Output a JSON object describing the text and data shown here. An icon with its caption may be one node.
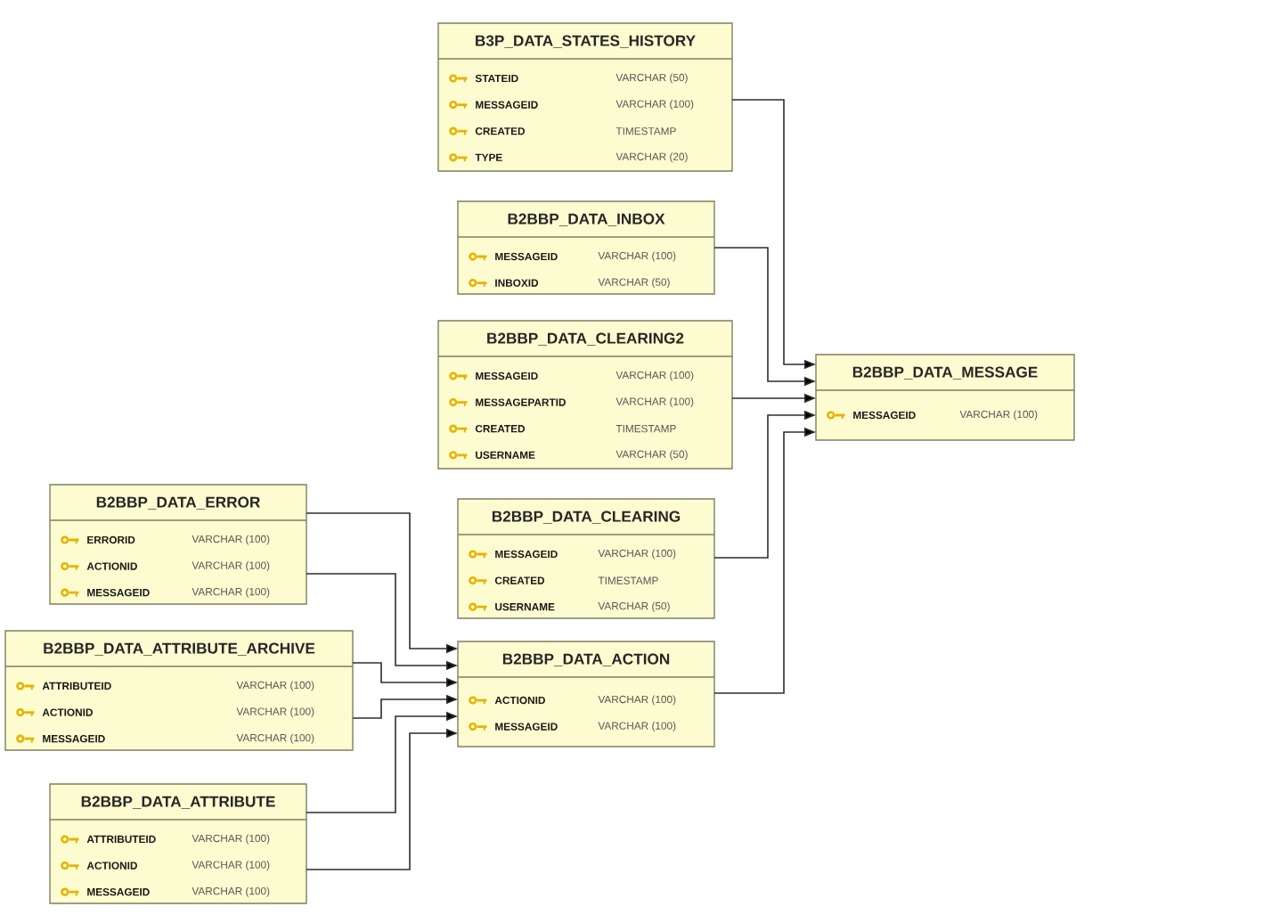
{
  "diagram": {
    "nodes": [
      {
        "text": [
          "B3P_DATA_STATES_HISTORY",
          "STATEID",
          "VARCHAR (50)",
          "MESSAGEID",
          "VARCHAR (100)",
          "CREATED",
          "TIMESTAMP",
          "TYPE",
          "VARCHAR (20)"
        ]
      },
      {
        "text": [
          "B2BBP_DATA_INBOX",
          "MESSAGEID",
          "VARCHAR (100)",
          "INBOXID",
          "VARCHAR (50)"
        ]
      },
      {
        "text": [
          "B2BBP_DATA_CLEARING2",
          "MESSAGEID",
          "VARCHAR (100)",
          "MESSAGEPARTID",
          "VARCHAR (100)",
          "CREATED",
          "TIMESTAMP",
          "USERNAME",
          "VARCHAR (50)"
        ]
      },
      {
        "text": [
          "B2BBP_DATA_MESSAGE",
          "MESSAGEID",
          "VARCHAR (100)"
        ]
      },
      {
        "text": [
          "B2BBP_DATA_ERROR",
          "ERRORID",
          "VARCHAR (100)",
          "ACTIONID",
          "VARCHAR (100)",
          "MESSAGEID",
          "VARCHAR (100)"
        ]
      },
      {
        "text": [
          "B2BBP_DATA_CLEARING",
          "MESSAGEID",
          "VARCHAR (100)",
          "CREATED",
          "TIMESTAMP",
          "USERNAME",
          "VARCHAR (50)"
        ]
      },
      {
        "text": [
          "B2BBP_DATA_ATTRIBUTE_ARCHIVE",
          "ATTRIBUTEID",
          "VARCHAR (100)",
          "ACTIONID",
          "VARCHAR (100)",
          "MESSAGEID",
          "VARCHAR (100)"
        ]
      },
      {
        "text": [
          "B2BBP_DATA_ACTION",
          "ACTIONID",
          "VARCHAR (100)",
          "MESSAGEID",
          "VARCHAR (100)"
        ]
      },
      {
        "text": [
          "B2BBP_DATA_ATTRIBUTE",
          "ATTRIBUTEID",
          "VARCHAR (100)",
          "ACTIONID",
          "VARCHAR (100)",
          "MESSAGEID",
          "VARCHAR (100)"
        ]
      }
    ],
    "edges": [
      {
        "from": 0,
        "to": 3,
        "arrow": "to"
      },
      {
        "from": 1,
        "to": 3,
        "arrow": "to"
      },
      {
        "from": 2,
        "to": 3,
        "arrow": "to"
      },
      {
        "from": 5,
        "to": 3,
        "arrow": "to"
      },
      {
        "from": 7,
        "to": 3,
        "arrow": "to"
      },
      {
        "from": 4,
        "to": 7,
        "arrow": "to"
      },
      {
        "from": 4,
        "to": 7,
        "arrow": "to"
      },
      {
        "from": 6,
        "to": 7,
        "arrow": "to"
      },
      {
        "from": 6,
        "to": 7,
        "arrow": "to"
      },
      {
        "from": 8,
        "to": 7,
        "arrow": "to"
      },
      {
        "from": 8,
        "to": 7,
        "arrow": "to"
      }
    ]
  }
}
